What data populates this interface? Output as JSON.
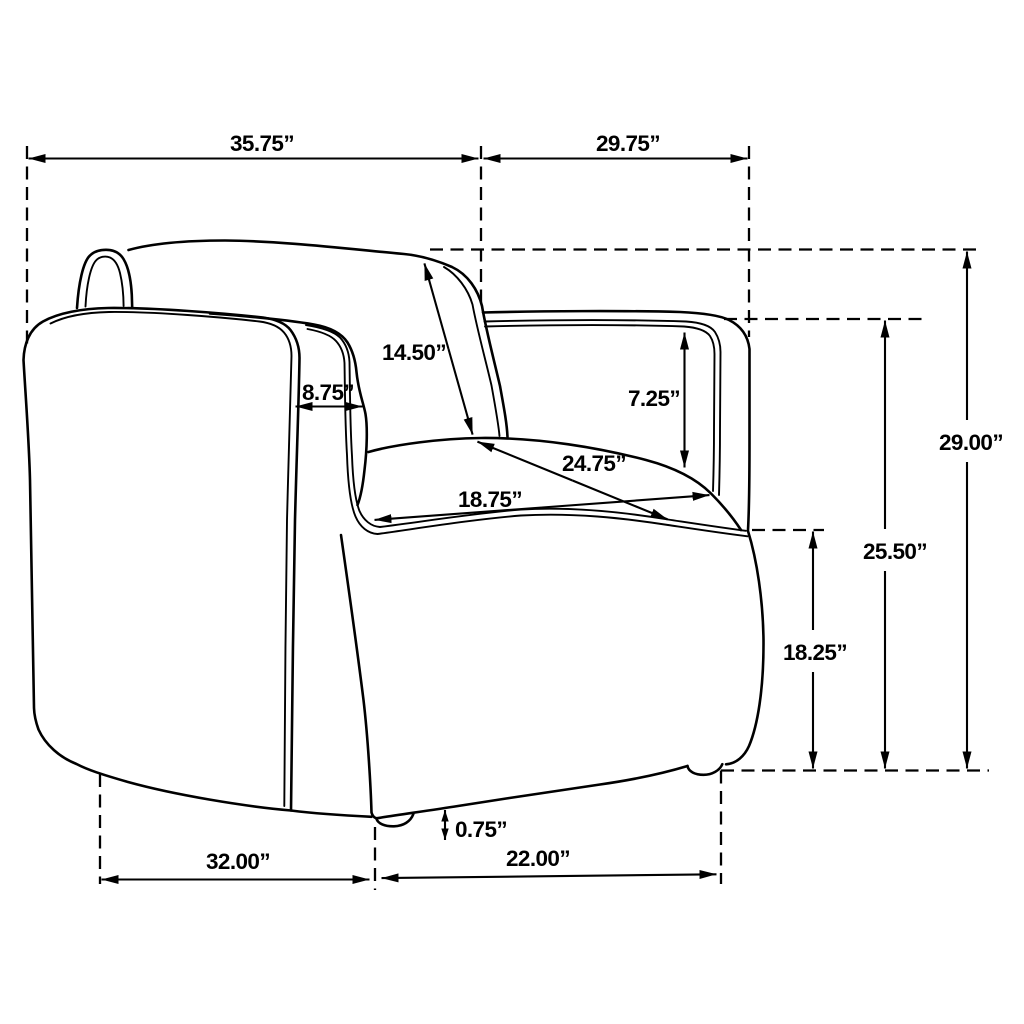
{
  "figure": {
    "type": "furniture-dimension-diagram",
    "subject": "Armchair technical line drawing with measurement annotations",
    "background_color": "#ffffff",
    "line_color": "#000000",
    "unit": "inches"
  },
  "dimensions": {
    "overall_width": {
      "label": "35.75”"
    },
    "overall_depth": {
      "label": "29.75”"
    },
    "back_slant": {
      "label": "14.50”"
    },
    "arm_width": {
      "label": "8.75”"
    },
    "arm_rise": {
      "label": "7.25”"
    },
    "seat_depth_total": {
      "label": "24.75”"
    },
    "seat_depth": {
      "label": "18.75”"
    },
    "overall_height": {
      "label": "29.00”"
    },
    "back_height": {
      "label": "25.50”"
    },
    "seat_side_height": {
      "label": "18.25”"
    },
    "leg_height": {
      "label": "0.75”"
    },
    "base_width": {
      "label": "32.00”"
    },
    "base_depth": {
      "label": "22.00”"
    }
  }
}
